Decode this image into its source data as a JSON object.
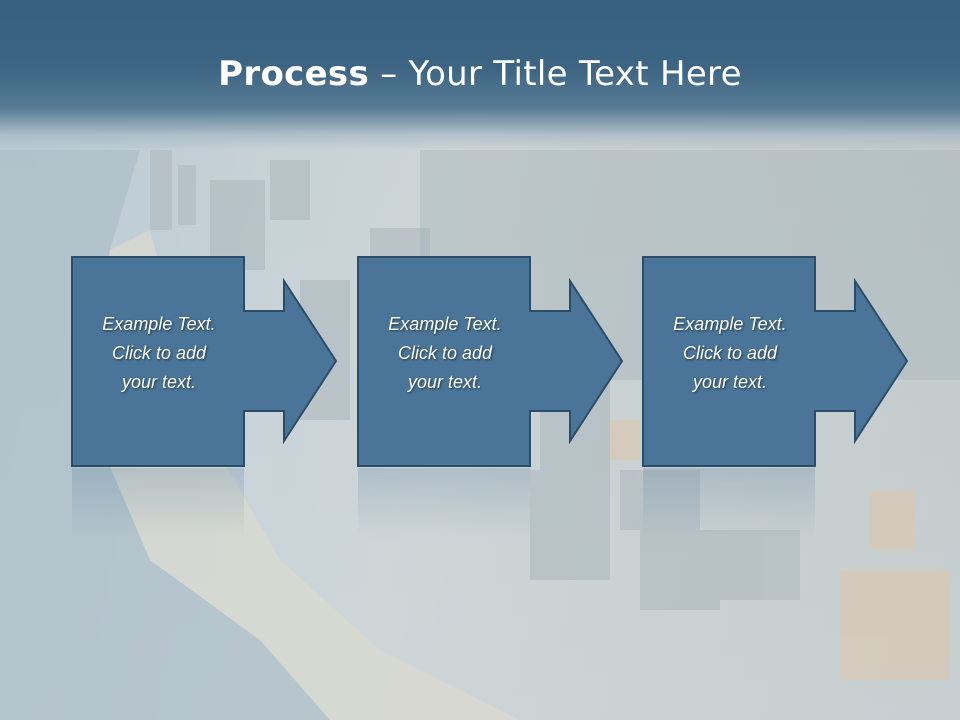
{
  "slide": {
    "title_bold": "Process",
    "title_rest": " – Your Title Text Here"
  },
  "steps": [
    {
      "line1": "Example Text.",
      "line2": "Click  to add",
      "line3": "your text."
    },
    {
      "line1": "Example Text.",
      "line2": "Click  to add",
      "line3": "your text."
    },
    {
      "line1": "Example Text.",
      "line2": "Click  to add",
      "line3": "your text."
    }
  ],
  "colors": {
    "title_bar": "#3a6381",
    "shape_fill": "#4a7598",
    "shape_stroke": "#2b4d69",
    "text": "#ffffff"
  }
}
